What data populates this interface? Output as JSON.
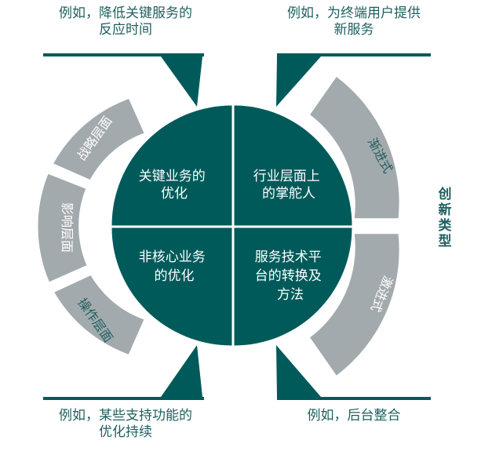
{
  "colors": {
    "teal": "#005a5a",
    "gray": "#a3aaad",
    "text": "#1f5f5f"
  },
  "callouts": {
    "top_left": [
      "例如，降低关键服务的",
      "反应时间"
    ],
    "top_right": [
      "例如，为终端用户提供",
      "新服务"
    ],
    "bottom_left": [
      "例如，某些支持功能的",
      "优化持续"
    ],
    "bottom_right": [
      "例如，后台整合"
    ]
  },
  "quadrants": {
    "top_left": [
      "关键业务的",
      "优化"
    ],
    "top_right": [
      "行业层面上",
      "的掌舵人"
    ],
    "bottom_left": [
      "非核心业务",
      "的优化"
    ],
    "bottom_right": [
      "服务技术平",
      "台的转换及",
      "方法"
    ]
  },
  "left_arc": [
    "战略层面",
    "影响层面",
    "操作层面"
  ],
  "right_arc": [
    "渐进式",
    "激进式"
  ],
  "right_label": [
    "创",
    "新",
    "类",
    "型"
  ]
}
